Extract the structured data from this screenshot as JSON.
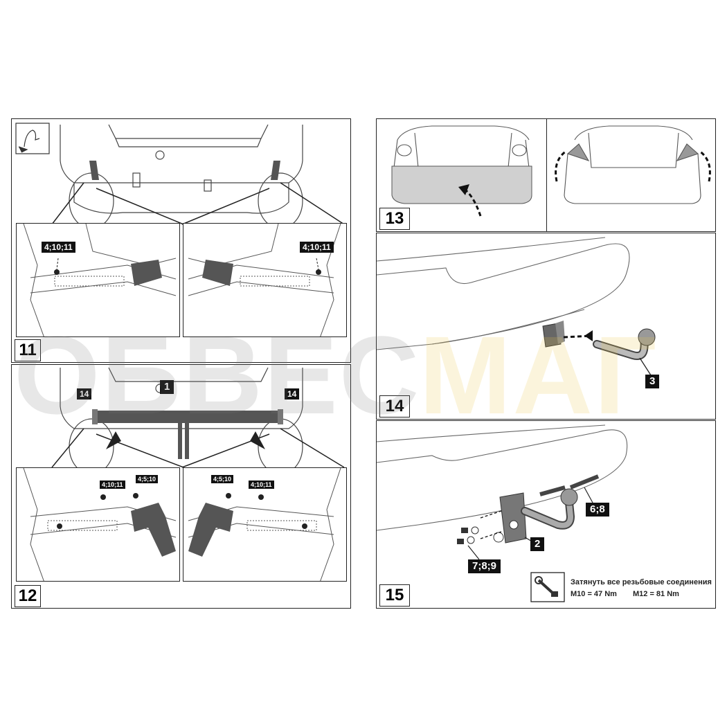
{
  "brand_watermark": {
    "part1": "ОБВЕС",
    "part2": "МАГ"
  },
  "steps": {
    "s11": {
      "number": "11",
      "labels": {
        "left": "4;10;11",
        "right": "4;10;11"
      }
    },
    "s12": {
      "number": "12",
      "labels": {
        "beam": "1",
        "left_bolt": "14",
        "right_bolt": "14",
        "inset_left_a": "4;10;11",
        "inset_left_b": "4;5;10",
        "inset_right_a": "4;5;10",
        "inset_right_b": "4;10;11"
      }
    },
    "s13": {
      "number": "13"
    },
    "s14": {
      "number": "14",
      "labels": {
        "ball": "3"
      }
    },
    "s15": {
      "number": "15",
      "labels": {
        "bolts": "6;8",
        "bracket": "2",
        "nuts": "7;8;9"
      },
      "torque": {
        "title": "Затянуть все резьбовые соединения",
        "m10": "M10 = 47 Nm",
        "m12": "M12 = 81 Nm"
      }
    }
  },
  "colors": {
    "line": "#333333",
    "part": "#555555",
    "bumper": "#d0d0d0"
  }
}
